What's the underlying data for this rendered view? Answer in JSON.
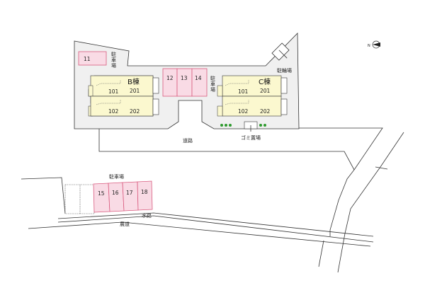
{
  "colors": {
    "site": "#f0f0f0",
    "building": "#fbf8cf",
    "parking": "#f9dbe5",
    "parking_border": "#d95b7f",
    "tree": "#2e9a2e"
  },
  "icons": [
    "north-arrow-icon"
  ],
  "labels": {
    "road": "道路",
    "garbage": "ゴミ置場",
    "bicycle_parking": "駐輪場",
    "parking_vertical_1": [
      "駐",
      "車",
      "場"
    ],
    "parking_vertical_2": [
      "駐",
      "車",
      "場"
    ],
    "lower_parking": "駐車場",
    "waterway": "水路",
    "farm_road": "農道"
  },
  "buildings": [
    {
      "name": "B棟",
      "units": [
        "101",
        "201",
        "102",
        "202"
      ]
    },
    {
      "name": "C棟",
      "units": [
        "101",
        "201",
        "102",
        "202"
      ]
    }
  ],
  "parking_spaces": [
    "11",
    "12",
    "13",
    "14",
    "15",
    "16",
    "17",
    "18"
  ]
}
